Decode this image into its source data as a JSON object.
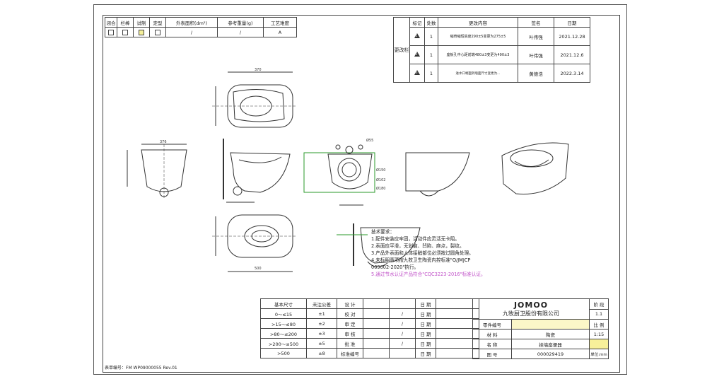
{
  "top_attr": {
    "headers": [
      "闭合",
      "栏棒",
      "试制",
      "定型",
      "外表面积(dm²)",
      "参考重量(g)",
      "工艺难度"
    ],
    "values": [
      "",
      "",
      "",
      "",
      "/",
      "/",
      "A"
    ],
    "checked": [
      false,
      false,
      true,
      false
    ]
  },
  "revisions": {
    "side_label": "更改栏",
    "headers": [
      "标记",
      "处数",
      "更改内容",
      "签名",
      "日期"
    ],
    "rows": [
      {
        "mark": "1",
        "count": "1",
        "content": "缩骨缩短高度290±5变更为275±5",
        "signer": "叶伟强",
        "date": "2021.12.28"
      },
      {
        "mark": "2",
        "count": "1",
        "content": "座板孔中心距前端480±3变更为490±3",
        "signer": "叶伟强",
        "date": "2021.12.6"
      },
      {
        "mark": "3",
        "count": "1",
        "content": "进水口端面到墙面尺寸变更为…",
        "signer": "黄德浩",
        "date": "2022.3.14"
      }
    ]
  },
  "drawing": {
    "dims": [
      "370",
      "376",
      "Ø55",
      "Ø150",
      "Ø102",
      "Ø180",
      "500"
    ]
  },
  "notes": {
    "title": "技术要求：",
    "items": [
      "1.配件安装应牢固，活动件应灵活无卡阻。",
      "2.表面应平滑，无划痕、凹陷、麻点，裂纹。",
      "3.产品外表面和人体接触部位必须按过圆角处理。",
      "4.未标明事项按九牧卫生陶瓷内控标准\"Q/JMJCP",
      "009002-2020\"执行。"
    ],
    "highlight": "5.通过节水认证产品符合\"CQC3223-2016\"标准认证。"
  },
  "tolerance": {
    "headers": [
      "基本尺寸",
      "未注公差"
    ],
    "rows": [
      [
        "0～≤15",
        "±1"
      ],
      [
        ">15～≤80",
        "±2"
      ],
      [
        ">80～≤200",
        "±3"
      ],
      [
        ">200～≤500",
        "±5"
      ],
      [
        ">500",
        "±8"
      ]
    ]
  },
  "sign": {
    "roles": [
      "设 计",
      "校 对",
      "审 定",
      "审 核",
      "批 准",
      "标准编号"
    ],
    "date_label": "日 期",
    "date_values": [
      "",
      "",
      "",
      "",
      "",
      ""
    ],
    "slash": "/"
  },
  "title_block": {
    "logo": "JOMOO",
    "company": "九牧厨卫股份有限公司",
    "code_label": "零件编号",
    "code_value": "",
    "material_label": "材 料",
    "material_value": "陶瓷",
    "name_label": "名 称",
    "name_value": "挂墙座便器",
    "drawing_label": "图 号",
    "drawing_value": "000029419",
    "stage_label": "阶 段",
    "stage_value": "1.1",
    "scale_label": "比 例",
    "scale_value": "1:15",
    "unit_label": "单位:mm"
  },
  "form_no": "表单编号：FM WP09000055 Rev.01"
}
